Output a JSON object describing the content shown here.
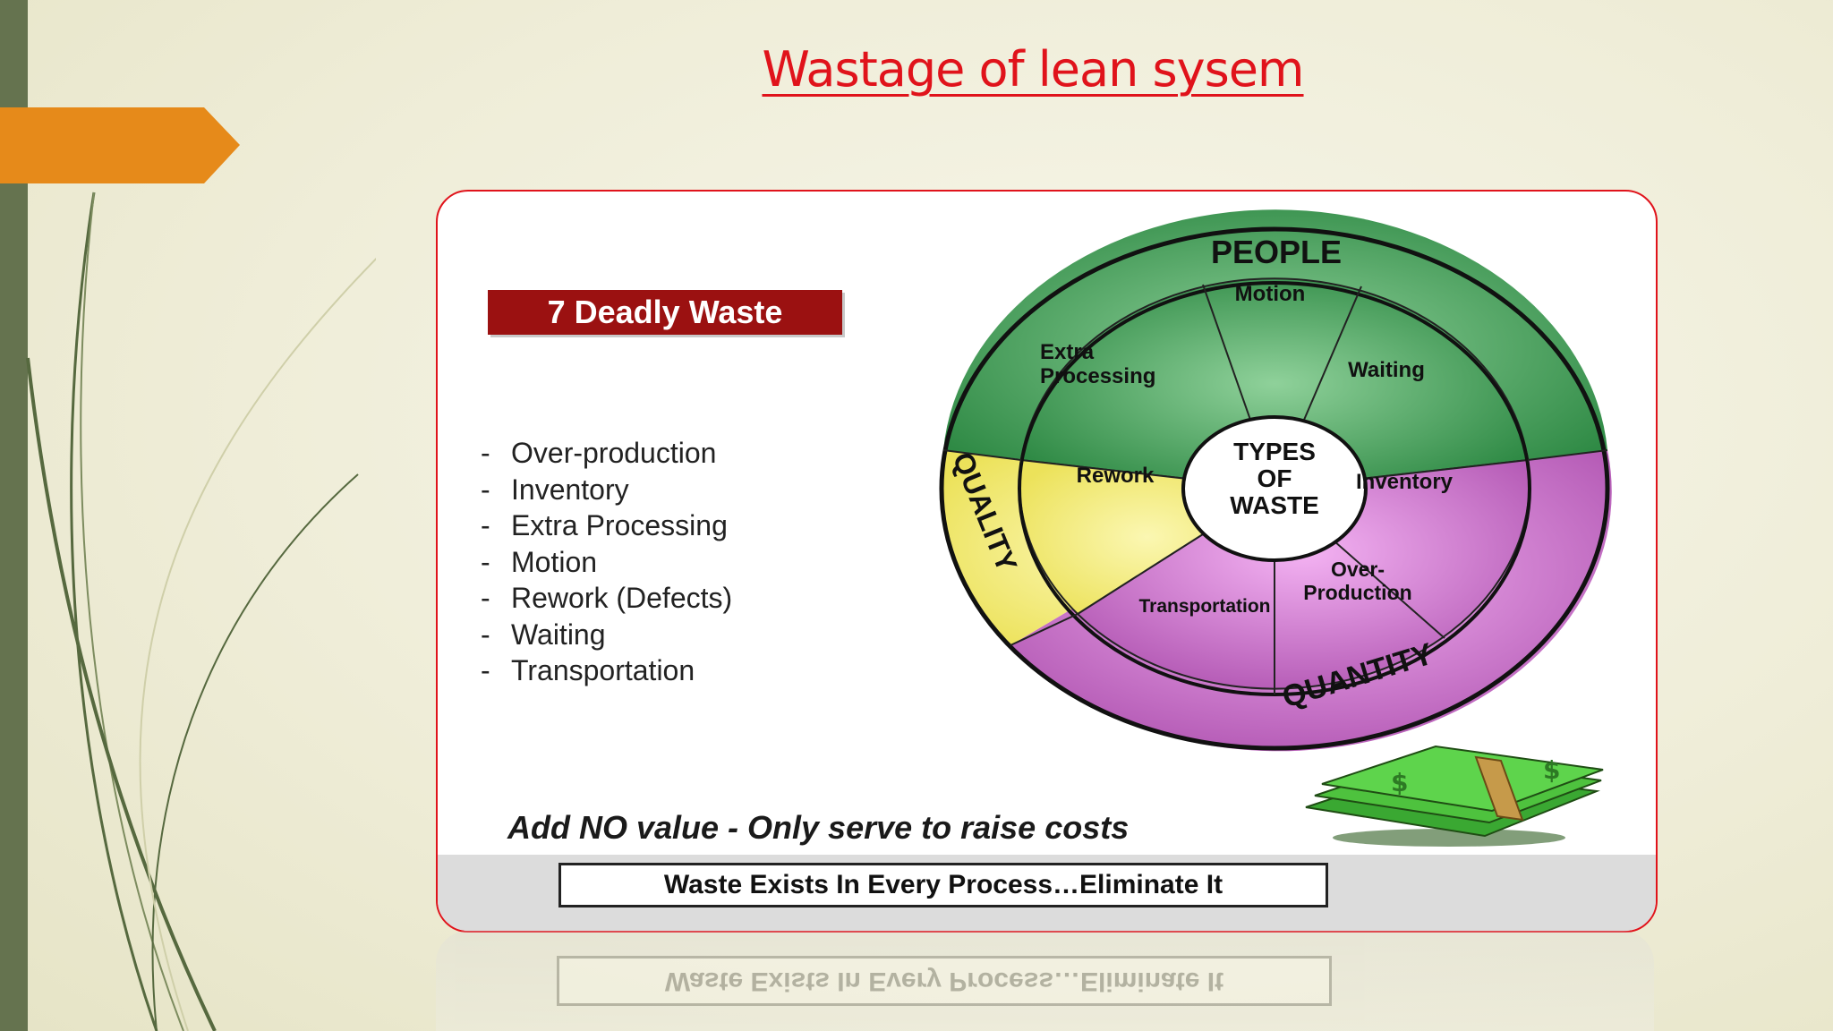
{
  "slide": {
    "title": "Wastage of lean sysem"
  },
  "card": {
    "badge": "7 Deadly Waste",
    "list_dash": "-",
    "waste_list": [
      "Over-production",
      "Inventory",
      "Extra Processing",
      "Motion",
      "Rework (Defects)",
      "Waiting",
      "Transportation"
    ],
    "tagline": "Add NO value - Only serve to raise costs",
    "banner": "Waste Exists In Every Process…Eliminate It"
  },
  "wheel": {
    "center": [
      "TYPES",
      "OF",
      "WASTE"
    ],
    "outer_labels": {
      "people": "PEOPLE",
      "quality": "QUALITY",
      "quantity": "QUANTITY"
    },
    "segments": {
      "motion": "Motion",
      "extra_processing": [
        "Extra",
        "Processing"
      ],
      "waiting": "Waiting",
      "rework": "Rework",
      "inventory": "Inventory",
      "over_production": [
        "Over-",
        "Production"
      ],
      "transportation": "Transportation"
    },
    "colors": {
      "people": "#3f9a55",
      "quality": "#f2ec6a",
      "quantity": "#d77bd6"
    }
  },
  "icons": {
    "money": "money-stack-icon",
    "arrow": "orange-arrow-tab"
  }
}
